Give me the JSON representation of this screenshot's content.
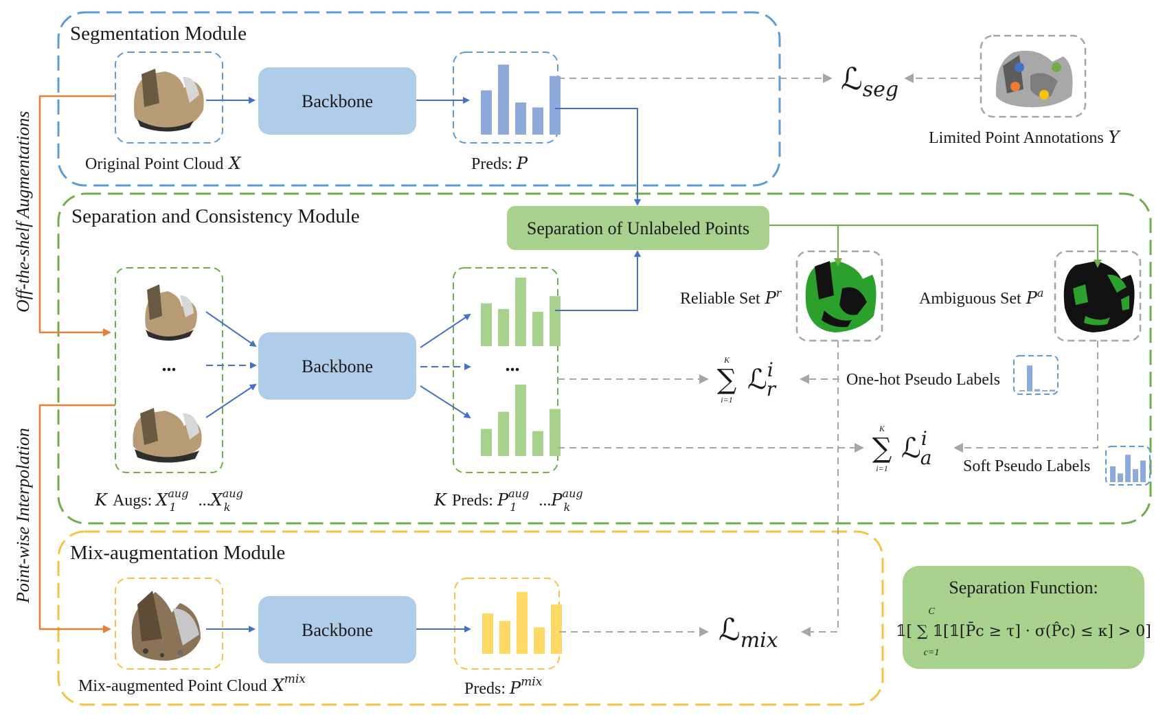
{
  "colors": {
    "seg_border": "#5b9bd5",
    "sep_border": "#70ad47",
    "mix_border": "#f5c242",
    "backbone_fill": "#afcde9",
    "green_fill": "#a9d18e",
    "blue_bar": "#8eaadb",
    "green_bar": "#a9d18e",
    "yellow_bar": "#ffd966",
    "orange_line": "#ed7d31",
    "blue_line": "#4472c4",
    "green_line": "#70ad47",
    "dash_gray": "#a6a6a6"
  },
  "modules": {
    "segmentation": "Segmentation Module",
    "separation": "Separation and Consistency Module",
    "mix": "Mix-augmentation Module"
  },
  "backbone_label": "Backbone",
  "side_labels": {
    "augment": "Off-the-shelf Augmentations",
    "interp": "Point-wise Interpolation"
  },
  "labels": {
    "original_pc": "Original Point Cloud",
    "original_pc_var": "X",
    "preds_p": "Preds:",
    "preds_p_var": "P",
    "limited": "Limited Point Annotations",
    "limited_var": "Y",
    "separation_unlabeled": "Separation of Unlabeled Points",
    "reliable": "Reliable Set",
    "reliable_var": "P",
    "reliable_sup": "r",
    "ambiguous": "Ambiguous Set",
    "ambiguous_var": "P",
    "ambiguous_sup": "a",
    "onehot": "One-hot Pseudo Labels",
    "soft": "Soft Pseudo Labels",
    "k_augs": "Augs:",
    "k": "K",
    "k_preds": "Preds:",
    "mix_pc": "Mix-augmented Point Cloud",
    "mix_pc_var": "X",
    "mix_sup": "mix",
    "preds_mix": "Preds:",
    "preds_mix_var": "P",
    "ellipsis": "...",
    "aug_sup": "aug",
    "sub_1": "1",
    "sub_k": "k"
  },
  "losses": {
    "script_l": "ℒ",
    "seg": "seg",
    "r": "r",
    "a": "a",
    "mix": "mix",
    "i": "i",
    "sum": "∑",
    "sum_top": "K",
    "sum_bottom": "i=1"
  },
  "separation_function": {
    "title": "Separation Function:",
    "formula": "𝟙[ ∑ 𝟙[𝟙[P̄c ≥ τ] · σ(P̂c) ≤ κ] > 0]",
    "sum_top": "C",
    "sum_bottom": "c=1"
  },
  "bars": {
    "preds_p": [
      0.62,
      0.98,
      0.45,
      0.38,
      0.82
    ],
    "aug_top": [
      0.6,
      0.52,
      0.96,
      0.48,
      0.7
    ],
    "aug_bottom": [
      0.38,
      0.62,
      1.0,
      0.35,
      0.66
    ],
    "preds_mix": [
      0.64,
      0.52,
      0.98,
      0.42,
      0.78
    ],
    "onehot": [
      0.05,
      0.9,
      0.08,
      0.05,
      0.06
    ],
    "soft": [
      0.55,
      0.3,
      0.95,
      0.45,
      0.75
    ]
  }
}
